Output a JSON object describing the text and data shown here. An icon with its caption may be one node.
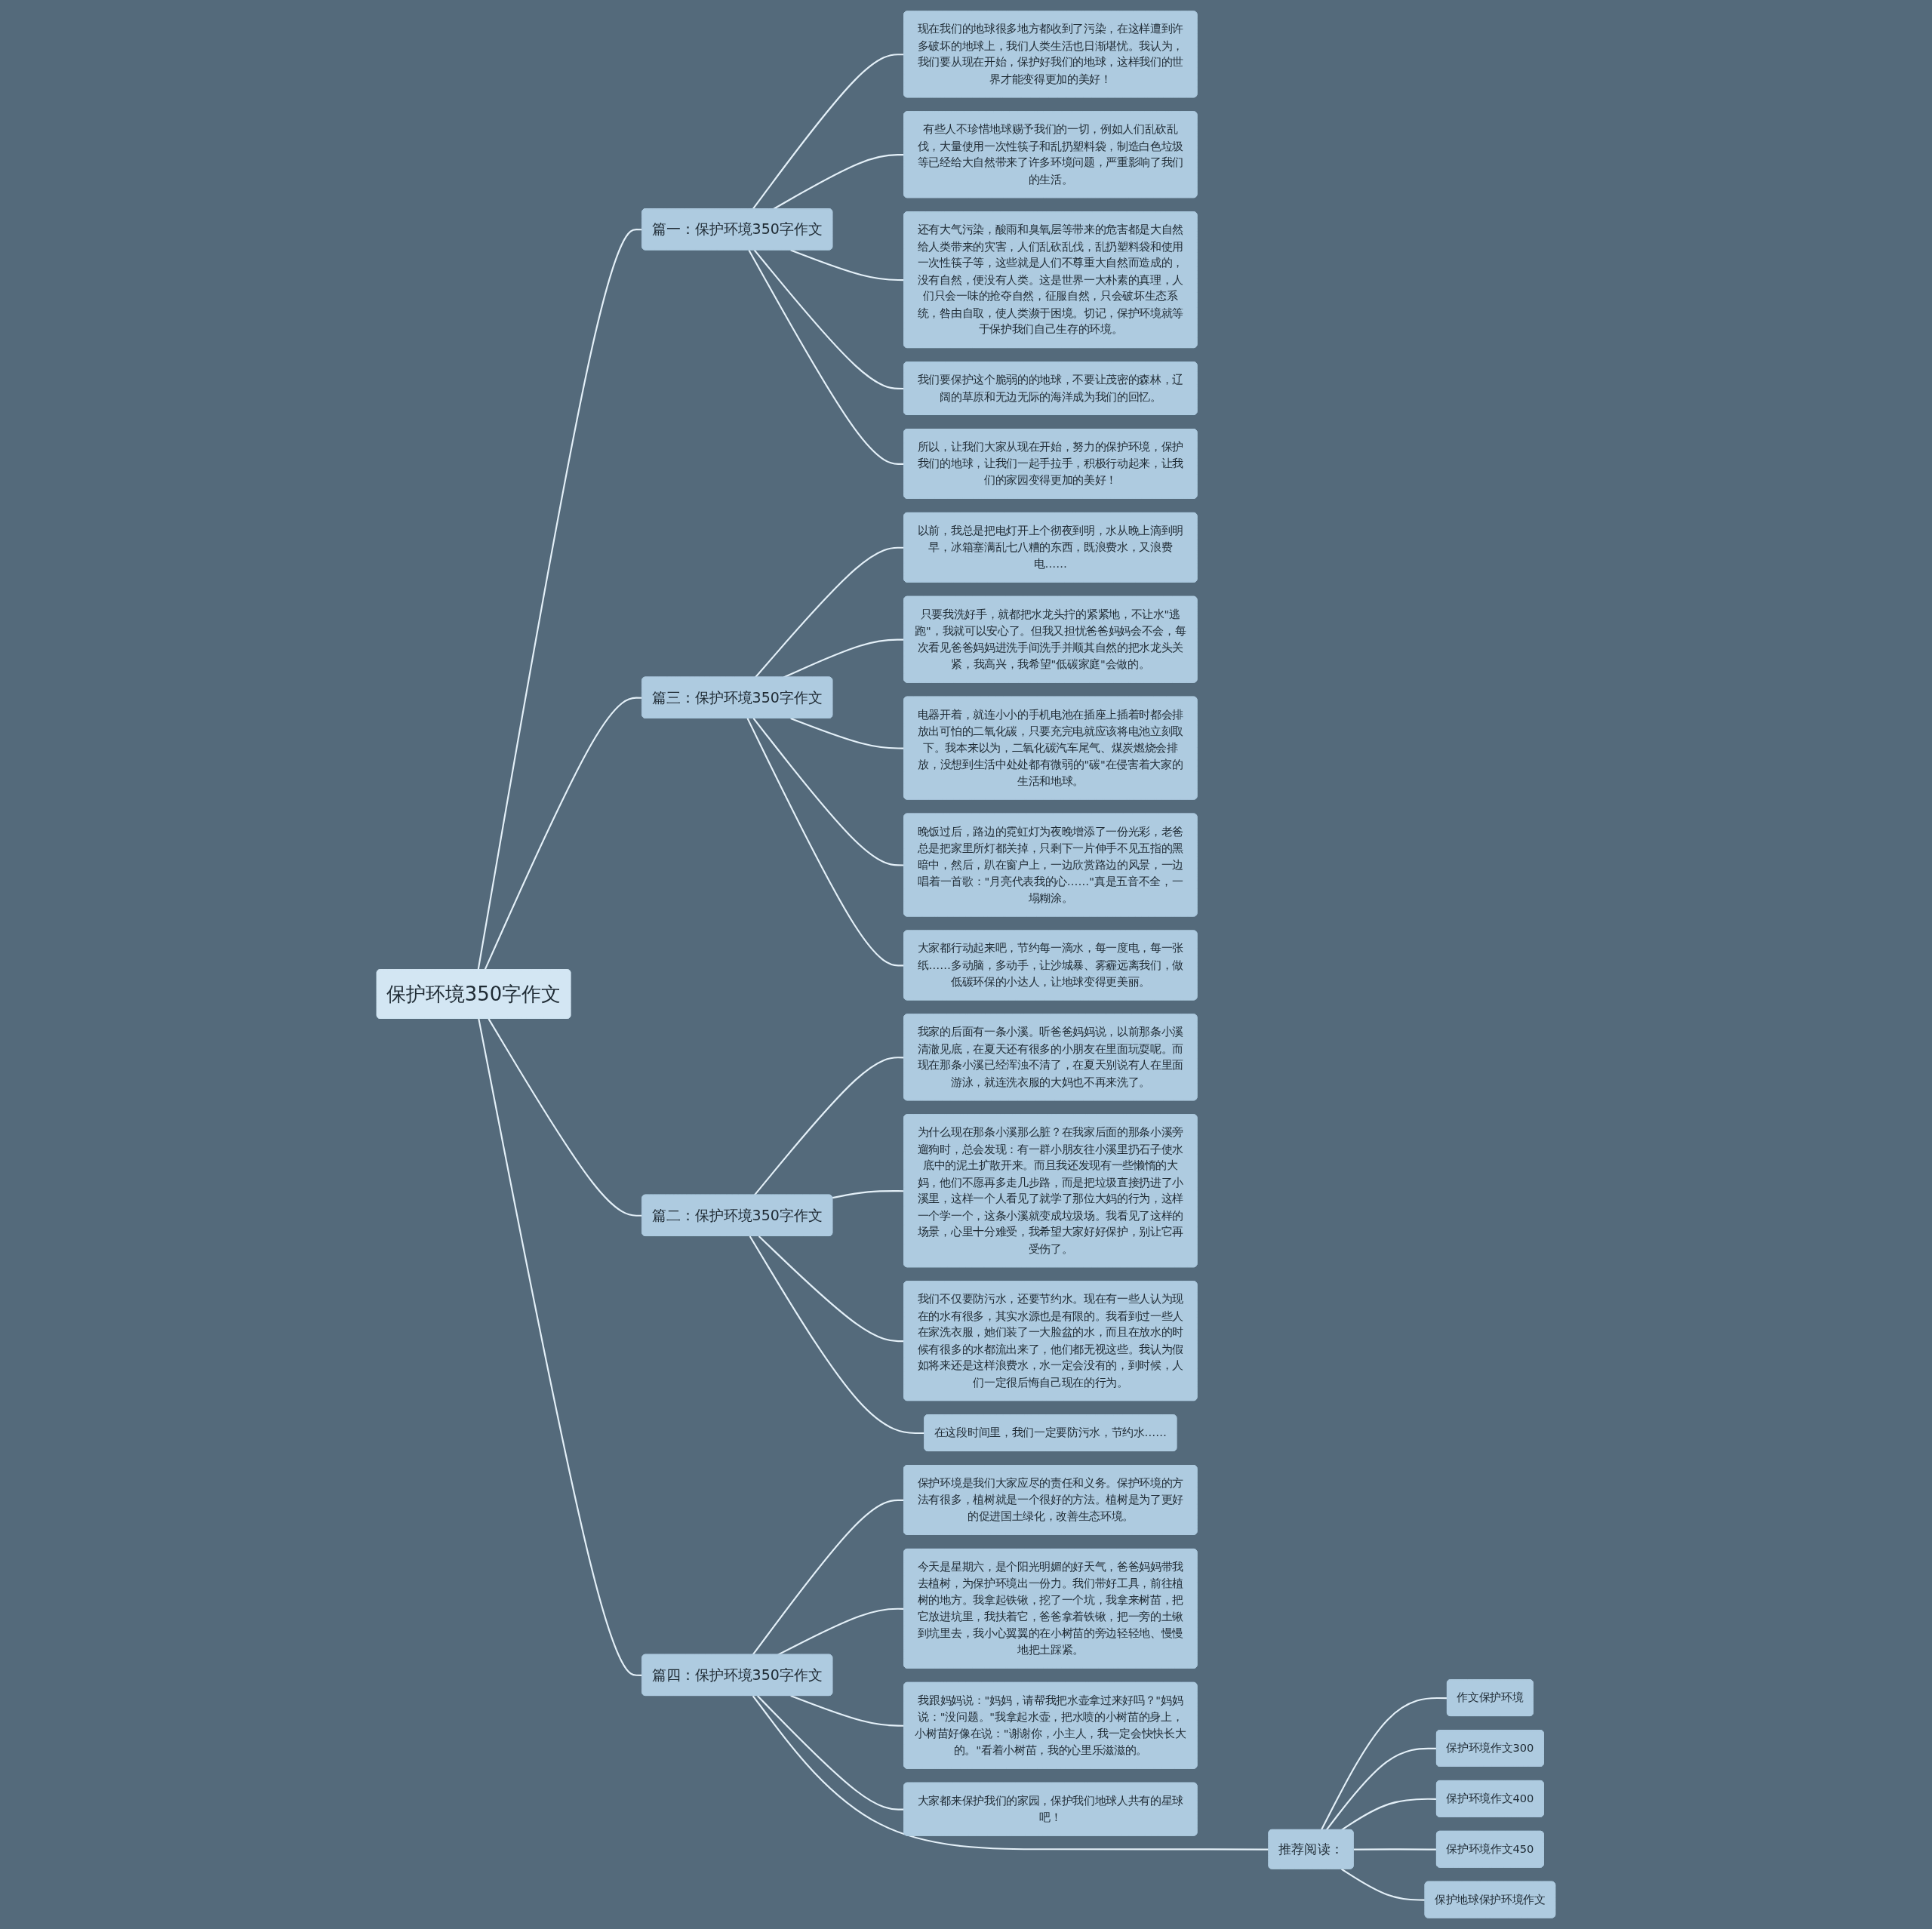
{
  "diagram": {
    "nodes": [
      {
        "text": [
          "保护环境350字作文"
        ]
      },
      {
        "text": [
          "篇一：保护环境350字作文"
        ]
      },
      {
        "text": [
          "现在我们的地球很多地方都收到了污染，在这样遭到许多破坏的地球上，我们人类生活也日渐堪忧。我认为，我们要从现在开始，保护好我们的地球，这样我们的世界才能变得更加的美好！"
        ]
      },
      {
        "text": [
          "有些人不珍惜地球赐予我们的一切，例如人们乱砍乱伐，大量使用一次性筷子和乱扔塑料袋，制造白色垃圾等已经给大自然带来了许多环境问题，严重影响了我们的生活。"
        ]
      },
      {
        "text": [
          "还有大气污染，酸雨和臭氧层等带来的危害都是大自然给人类带来的灾害，人们乱砍乱伐，乱扔塑料袋和使用一次性筷子等，这些就是人们不尊重大自然而造成的，没有自然，便没有人类。这是世界一大朴素的真理，人们只会一味的抢夺自然，征服自然，只会破坏生态系统，咎由自取，使人类濒于困境。切记，保护环境就等于保护我们自己生存的环境。"
        ]
      },
      {
        "text": [
          "我们要保护这个脆弱的的地球，不要让茂密的森林，辽阔的草原和无边无际的海洋成为我们的回忆。"
        ]
      },
      {
        "text": [
          "所以，让我们大家从现在开始，努力的保护环境，保护我们的地球，让我们一起手拉手，积极行动起来，让我们的家园变得更加的美好！"
        ]
      },
      {
        "text": [
          "篇三：保护环境350字作文"
        ]
      },
      {
        "text": [
          "以前，我总是把电灯开上个彻夜到明，水从晚上滴到明早，冰箱塞满乱七八糟的东西，既浪费水，又浪费电……"
        ]
      },
      {
        "text": [
          "只要我洗好手，就都把水龙头拧的紧紧地，不让水\"逃跑\"，我就可以安心了。但我又担忧爸爸妈妈会不会，每次看见爸爸妈妈进洗手间洗手并顺其自然的把水龙头关紧，我高兴，我希望\"低碳家庭\"会做的。"
        ]
      },
      {
        "text": [
          "电器开着，就连小小的手机电池在插座上插着时都会排放出可怕的二氧化碳，只要充完电就应该将电池立刻取下。我本来以为，二氧化碳汽车尾气、煤炭燃烧会排放，没想到生活中处处都有微弱的\"碳\"在侵害着大家的生活和地球。"
        ]
      },
      {
        "text": [
          "晚饭过后，路边的霓虹灯为夜晚增添了一份光彩，老爸总是把家里所灯都关掉，只剩下一片伸手不见五指的黑暗中，然后，趴在窗户上，一边欣赏路边的风景，一边唱着一首歌：\"月亮代表我的心……\"真是五音不全，一塌糊涂。"
        ]
      },
      {
        "text": [
          "大家都行动起来吧，节约每一滴水，每一度电，每一张纸……多动脑，多动手，让沙城暴、雾霾远离我们，做低碳环保的小达人，让地球变得更美丽。"
        ]
      },
      {
        "text": [
          "篇二：保护环境350字作文"
        ]
      },
      {
        "text": [
          "我家的后面有一条小溪。听爸爸妈妈说，以前那条小溪清澈见底，在夏天还有很多的小朋友在里面玩耍呢。而现在那条小溪已经浑浊不清了，在夏天别说有人在里面游泳，就连洗衣服的大妈也不再来洗了。"
        ]
      },
      {
        "text": [
          "为什么现在那条小溪那么脏？在我家后面的那条小溪旁遛狗时，总会发现：有一群小朋友往小溪里扔石子使水底中的泥土扩散开来。而且我还发现有一些懒惰的大妈，他们不愿再多走几步路，而是把垃圾直接扔进了小溪里，这样一个人看见了就学了那位大妈的行为，这样一个学一个，这条小溪就变成垃圾场。我看见了这样的场景，心里十分难受，我希望大家好好保护，别让它再受伤了。"
        ]
      },
      {
        "text": [
          "我们不仅要防污水，还要节约水。现在有一些人认为现在的水有很多，其实水源也是有限的。我看到过一些人在家洗衣服，她们装了一大脸盆的水，而且在放水的时候有很多的水都流出来了，他们都无视这些。我认为假如将来还是这样浪费水，水一定会没有的，到时候，人们一定很后悔自己现在的行为。"
        ]
      },
      {
        "text": [
          "在这段时间里，我们一定要防污水，节约水……"
        ]
      },
      {
        "text": [
          "篇四：保护环境350字作文"
        ]
      },
      {
        "text": [
          "保护环境是我们大家应尽的责任和义务。保护环境的方法有很多，植树就是一个很好的方法。植树是为了更好的促进国土绿化，改善生态环境。"
        ]
      },
      {
        "text": [
          "今天是星期六，是个阳光明媚的好天气，爸爸妈妈带我去植树，为保护环境出一份力。我们带好工具，前往植树的地方。我拿起铁锹，挖了一个坑，我拿来树苗，把它放进坑里，我扶着它，爸爸拿着铁锹，把一旁的土锹到坑里去，我小心翼翼的在小树苗的旁边轻轻地、慢慢地把土踩紧。"
        ]
      },
      {
        "text": [
          "我跟妈妈说：\"妈妈，请帮我把水壶拿过来好吗？\"妈妈说：\"没问题。\"我拿起水壶，把水喷的小树苗的身上，小树苗好像在说：\"谢谢你，小主人，我一定会快快长大的。\"看着小树苗，我的心里乐滋滋的。"
        ]
      },
      {
        "text": [
          "大家都来保护我们的家园，保护我们地球人共有的星球吧！"
        ]
      },
      {
        "text": [
          "推荐阅读："
        ]
      },
      {
        "text": [
          "作文保护环境"
        ]
      },
      {
        "text": [
          "保护环境作文300"
        ]
      },
      {
        "text": [
          "保护环境作文400"
        ]
      },
      {
        "text": [
          "保护环境作文450"
        ]
      },
      {
        "text": [
          "保护地球保护环境作文"
        ]
      }
    ],
    "edges": [
      {
        "from": 0,
        "to": 1,
        "arrow": "none"
      },
      {
        "from": 1,
        "to": 2,
        "arrow": "none"
      },
      {
        "from": 1,
        "to": 3,
        "arrow": "none"
      },
      {
        "from": 1,
        "to": 4,
        "arrow": "none"
      },
      {
        "from": 1,
        "to": 5,
        "arrow": "none"
      },
      {
        "from": 1,
        "to": 6,
        "arrow": "none"
      },
      {
        "from": 0,
        "to": 7,
        "arrow": "none"
      },
      {
        "from": 7,
        "to": 8,
        "arrow": "none"
      },
      {
        "from": 7,
        "to": 9,
        "arrow": "none"
      },
      {
        "from": 7,
        "to": 10,
        "arrow": "none"
      },
      {
        "from": 7,
        "to": 11,
        "arrow": "none"
      },
      {
        "from": 7,
        "to": 12,
        "arrow": "none"
      },
      {
        "from": 0,
        "to": 13,
        "arrow": "none"
      },
      {
        "from": 13,
        "to": 14,
        "arrow": "none"
      },
      {
        "from": 13,
        "to": 15,
        "arrow": "none"
      },
      {
        "from": 13,
        "to": 16,
        "arrow": "none"
      },
      {
        "from": 13,
        "to": 17,
        "arrow": "none"
      },
      {
        "from": 0,
        "to": 18,
        "arrow": "none"
      },
      {
        "from": 18,
        "to": 19,
        "arrow": "none"
      },
      {
        "from": 18,
        "to": 20,
        "arrow": "none"
      },
      {
        "from": 18,
        "to": 21,
        "arrow": "none"
      },
      {
        "from": 18,
        "to": 22,
        "arrow": "none"
      },
      {
        "from": 18,
        "to": 23,
        "arrow": "none"
      },
      {
        "from": 23,
        "to": 24,
        "arrow": "none"
      },
      {
        "from": 23,
        "to": 25,
        "arrow": "none"
      },
      {
        "from": 23,
        "to": 26,
        "arrow": "none"
      },
      {
        "from": 23,
        "to": 27,
        "arrow": "none"
      },
      {
        "from": 23,
        "to": 28,
        "arrow": "none"
      }
    ]
  }
}
